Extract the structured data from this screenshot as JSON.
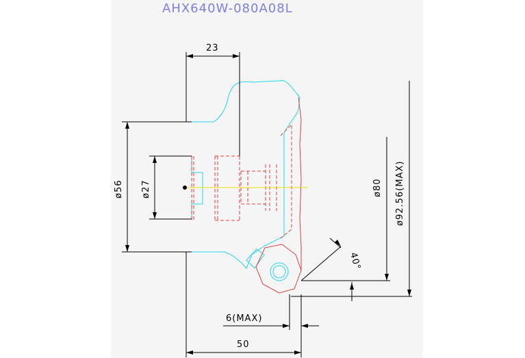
{
  "title": "AHX640W-080A08L",
  "dimensions": {
    "width_top": "23",
    "dia_56": "ø56",
    "dia_27": "ø27",
    "dia_80": "ø80",
    "dia_max": "ø92.56(MAX)",
    "angle": "40°",
    "insert_max": "6(MAX)",
    "width_bottom": "50"
  },
  "colors": {
    "body": "#23d4f2",
    "insert": "#e04040",
    "title": "#7d7fe0",
    "axis": "#f0e000"
  }
}
